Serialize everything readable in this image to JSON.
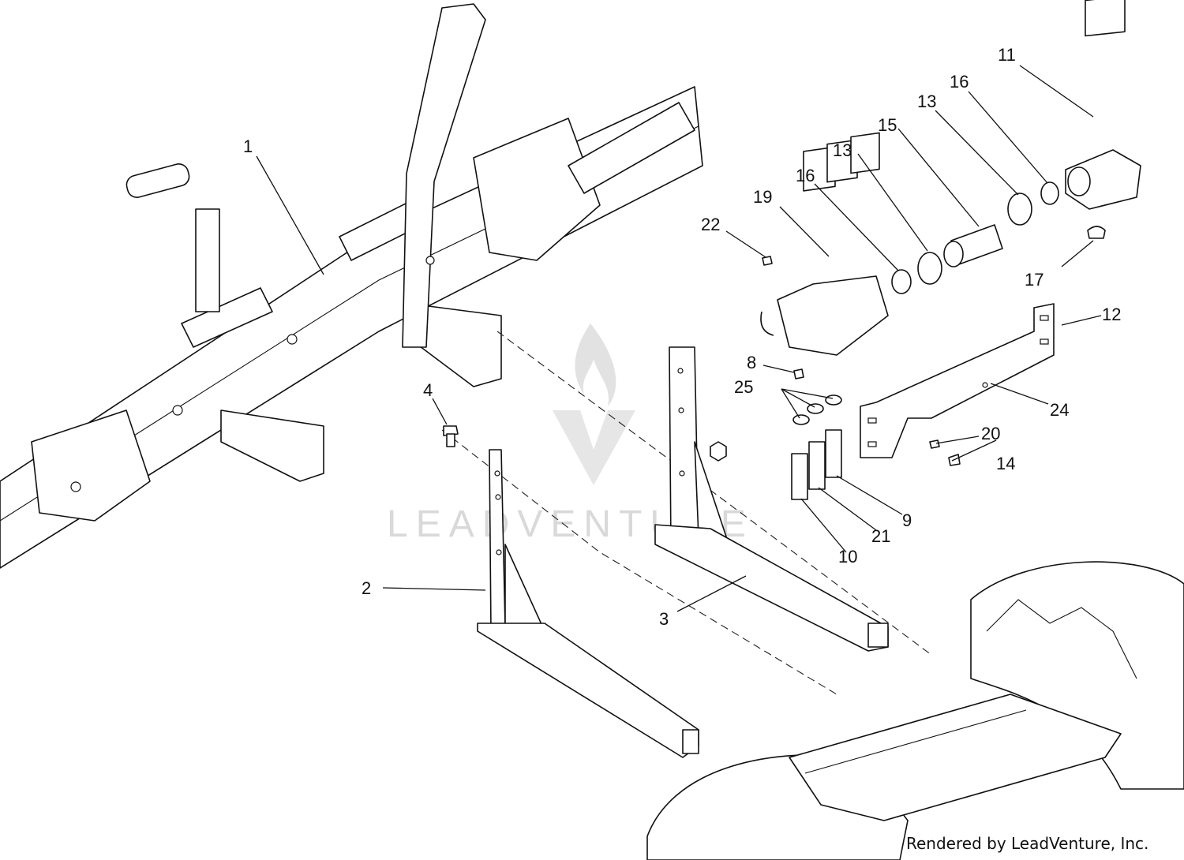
{
  "callouts": {
    "c1": "1",
    "c2": "2",
    "c3": "3",
    "c4": "4",
    "c8": "8",
    "c9": "9",
    "c10": "10",
    "c11": "11",
    "c12": "12",
    "c13a": "13",
    "c13b": "13",
    "c14": "14",
    "c15": "15",
    "c16a": "16",
    "c16b": "16",
    "c17": "17",
    "c19": "19",
    "c20": "20",
    "c21": "21",
    "c22": "22",
    "c24": "24",
    "c25": "25"
  },
  "watermark": {
    "text": "LEADVENTURE"
  },
  "credit": {
    "text": "Rendered by LeadVenture, Inc."
  },
  "colors": {
    "line": "#111111",
    "watermark": "#d9d9d9",
    "background": "#ffffff"
  }
}
